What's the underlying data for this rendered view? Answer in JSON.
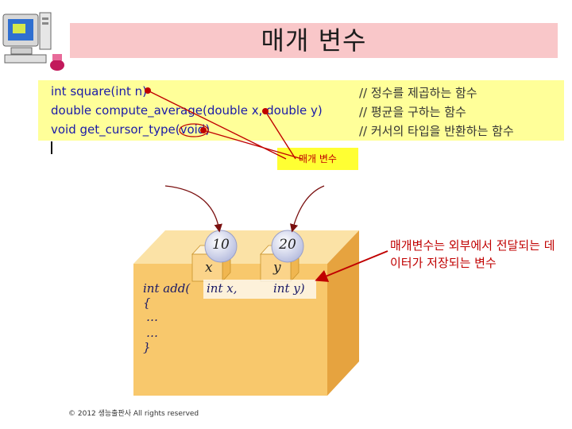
{
  "slide": {
    "title": "매개 변수",
    "code_lines": [
      "int square(int n)",
      "double compute_average(double x, double y)",
      "void get_cursor_type(void)"
    ],
    "comment_lines": [
      "// 정수를 제곱하는 함수",
      "// 평균을 구하는 함수",
      "// 커서의 타입을 반환하는 함수"
    ],
    "label": "매개 변수",
    "explanation": "매개변수는 외부에서 전달되는 데이터가 저장되는 변수",
    "footer": "© 2012 생능출판사 All rights reserved"
  },
  "illustration": {
    "values": [
      "10",
      "20"
    ],
    "param_names": [
      "x",
      "y"
    ],
    "code": {
      "line1": "int add(",
      "param1": "int x,",
      "param2": "int y)",
      "line2": "{",
      "line3": "…",
      "line4": "…",
      "line5": "}"
    }
  },
  "colors": {
    "title_banner": "#f9c7c9",
    "code_box": "#ffff99",
    "label_box": "#ffff33",
    "accent_red": "#c00000",
    "box_orange": "#f6c05a"
  }
}
